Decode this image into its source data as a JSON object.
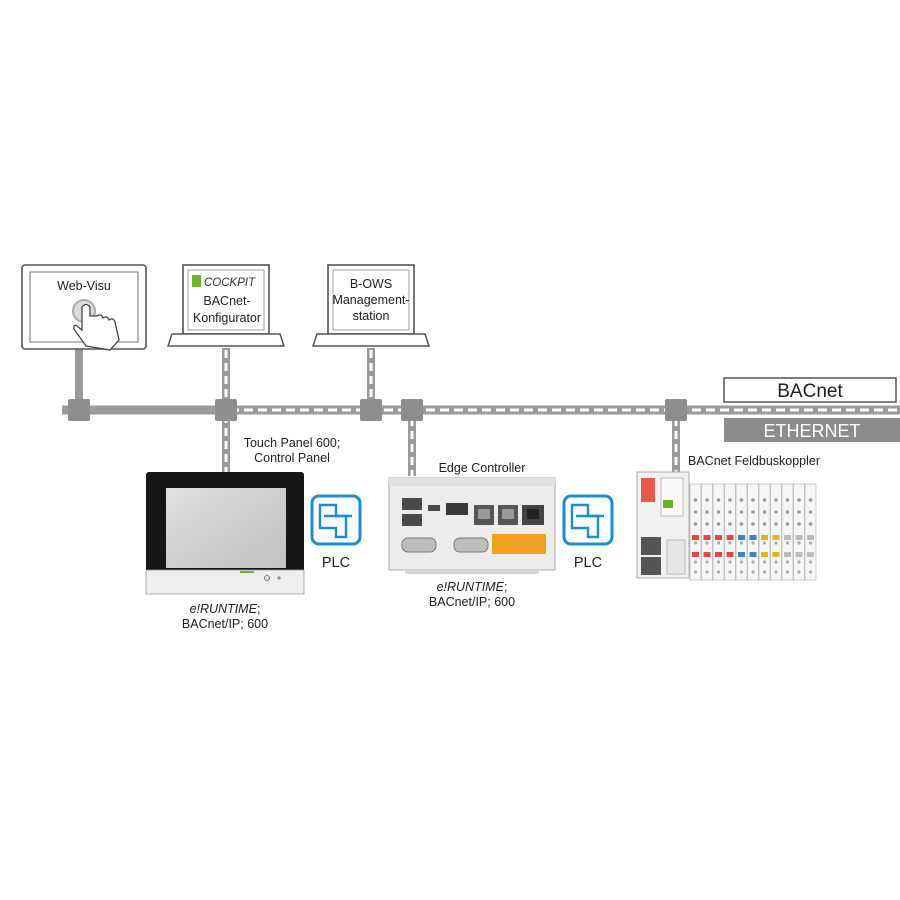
{
  "devices": {
    "webvisu": {
      "label": "Web-Visu"
    },
    "cockpit": {
      "brand": "COCKPIT",
      "line1": "BACnet-",
      "line2": "Konfigurator"
    },
    "bows": {
      "line1": "B-OWS",
      "line2": "Management-",
      "line3": "station"
    }
  },
  "network": {
    "protocol": "BACnet",
    "medium": "ETHERNET"
  },
  "nodes": {
    "touchpanel": {
      "label1": "Touch Panel 600;",
      "label2": "Control Panel",
      "runtime": "e!RUNTIME",
      "protocol_suffix": ";",
      "protocol": "BACnet/IP; 600"
    },
    "edge": {
      "label": "Edge Controller",
      "runtime": "e!RUNTIME",
      "protocol_suffix": ";",
      "protocol": "BACnet/IP; 600"
    },
    "coupler": {
      "label": "BACnet Feldbuskoppler"
    }
  },
  "plc": {
    "label_1": "PLC",
    "label_2": "PLC"
  },
  "colors": {
    "line_gray": "#9a9a9a",
    "ethernet_bar": "#8c8c8c",
    "plc_blue": "#1a8fd0",
    "wago_green": "#6bb42c"
  }
}
